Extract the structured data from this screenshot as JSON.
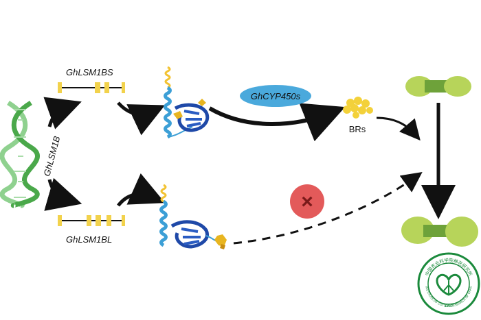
{
  "diagram": {
    "dna_label": "GhLSM1B",
    "isoform_short": "GhLSM1BS",
    "isoform_long": "GhLSM1BL",
    "enzyme": "GhCYP450s",
    "product": "BRs",
    "blocked_symbol": "×"
  },
  "logo": {
    "ring_top_text": "中国农业科学院棉花研究所",
    "ring_bottom_text": "INSTITUTE OF COTTON RESEARCH OF CAAS",
    "year": "1957"
  },
  "colors": {
    "dna": "#5cb85c",
    "exon": "#f2d24c",
    "helix": "#3c9fd6",
    "sheet": "#1f49a8",
    "enzyme_fill": "#4aa9dc",
    "brs": "#f3d13a",
    "block": "#e35a5a",
    "fiber": "#b7d45a",
    "fiber_dark": "#6ea23a",
    "logo": "#1b8a3c"
  }
}
